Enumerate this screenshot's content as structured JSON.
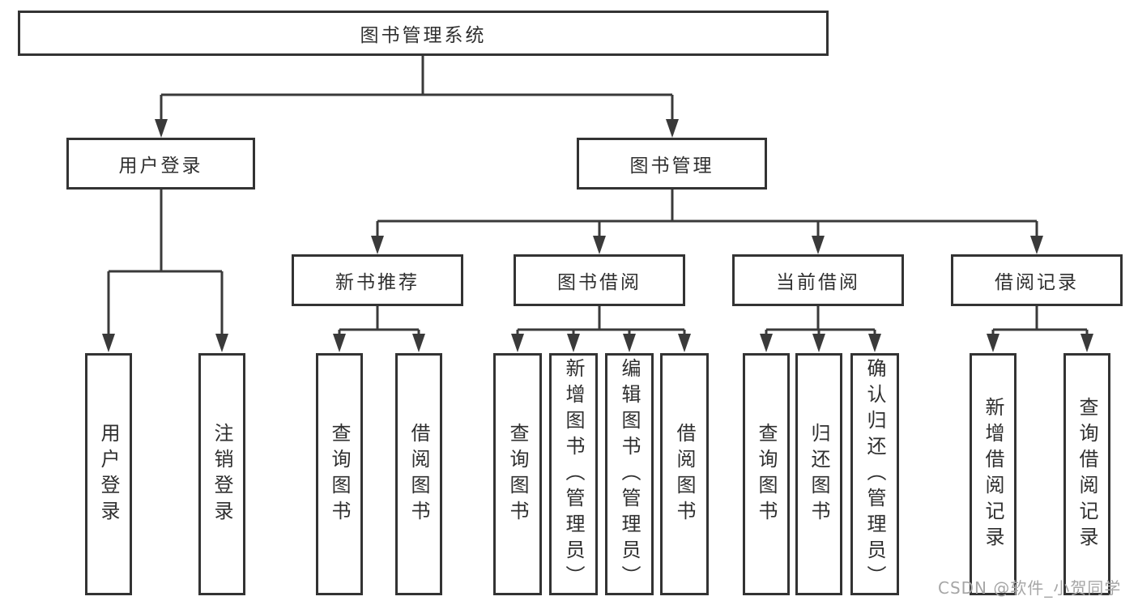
{
  "diagram": {
    "title": "图书管理系统",
    "branches": [
      {
        "label": "用户登录",
        "children": [
          {
            "label": "用户登录"
          },
          {
            "label": "注销登录"
          }
        ]
      },
      {
        "label": "图书管理",
        "children": [
          {
            "label": "新书推荐",
            "children": [
              {
                "label": "查询图书"
              },
              {
                "label": "借阅图书"
              }
            ]
          },
          {
            "label": "图书借阅",
            "children": [
              {
                "label": "查询图书"
              },
              {
                "label": "新增图书（管理员）"
              },
              {
                "label": "编辑图书（管理员）"
              },
              {
                "label": "借阅图书"
              }
            ]
          },
          {
            "label": "当前借阅",
            "children": [
              {
                "label": "查询图书"
              },
              {
                "label": "归还图书"
              },
              {
                "label": "确认归还（管理员）"
              }
            ]
          },
          {
            "label": "借阅记录",
            "children": [
              {
                "label": "新增借阅记录"
              },
              {
                "label": "查询借阅记录"
              }
            ]
          }
        ]
      }
    ]
  },
  "watermark": {
    "text": "CSDN @软件_小贺同学"
  },
  "colors": {
    "line": "#3a3a3a",
    "box_border": "#333333",
    "text": "#2f2f2f",
    "watermark": "#a6a6a6",
    "background": "#ffffff"
  }
}
